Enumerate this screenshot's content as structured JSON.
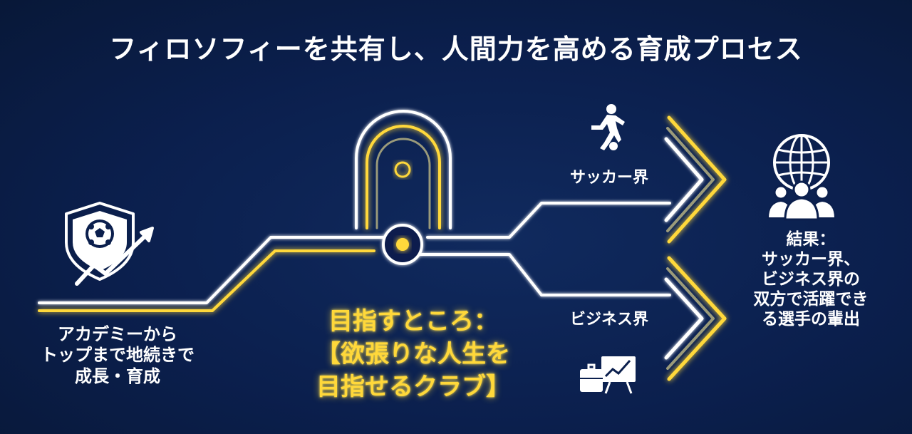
{
  "title": "フィロソフィーを共有し、人間力を高める育成プロセス",
  "left_caption": {
    "line1": "アカデミーから",
    "line2": "トップまで地続きで",
    "line3": "成長・育成"
  },
  "goal": {
    "line1": "目指すところ：",
    "line2": "【欲張りな人生を",
    "line3": "目指せるクラブ】"
  },
  "branches": {
    "soccer": "サッカー界",
    "business": "ビジネス界"
  },
  "result": {
    "line1": "結果：",
    "line2": "サッカー界、",
    "line3": "ビジネス界の",
    "line4": "双方で活躍でき",
    "line5": "る選手の輩出"
  },
  "icons": {
    "academy": "shield-soccer-ball-growth-icon",
    "soccer": "soccer-player-icon",
    "business": "briefcase-chart-icon",
    "result": "globe-people-icon"
  },
  "colors": {
    "background": "#0b1f4d",
    "accent_yellow": "#ffd83a",
    "line_white": "#ffffff"
  }
}
